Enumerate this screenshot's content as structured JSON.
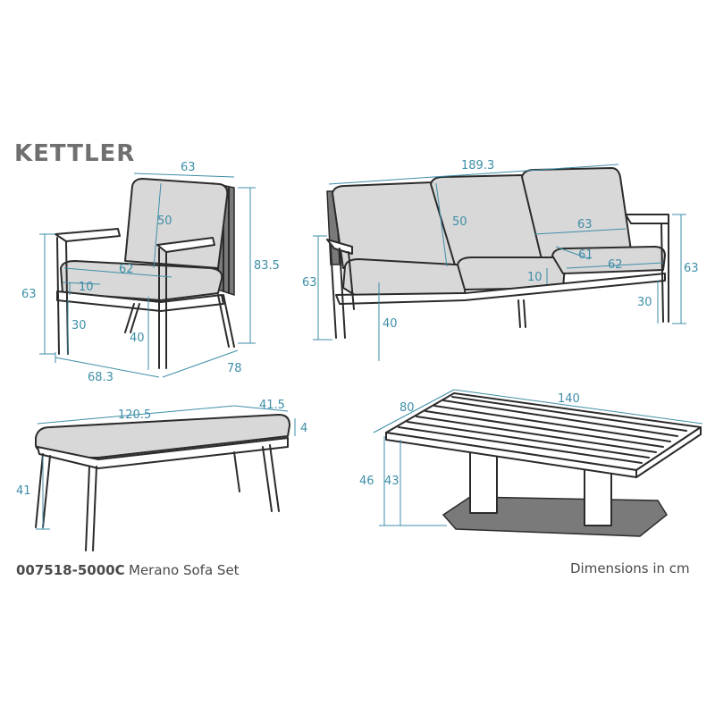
{
  "brand": "KETTLER",
  "footer": {
    "product_code": "007518-5000C",
    "product_name": "Merano Sofa Set",
    "units_note": "Dimensions in cm"
  },
  "armchair": {
    "width": "63",
    "back_height": "50",
    "total_height": "83.5",
    "seat_width": "62",
    "seat_depth_label": "10",
    "arm_height": "63",
    "seat_height": "30",
    "leg_height": "40",
    "length": "68.3",
    "depth": "78"
  },
  "sofa": {
    "width": "189.3",
    "back_height": "50",
    "seat_width_top": "63",
    "inner_61": "61",
    "seat_width": "62",
    "cushion_10": "10",
    "arm_height_left": "63",
    "arm_height_right": "63",
    "seat_height": "40",
    "leg_30": "30"
  },
  "bench": {
    "length": "120.5",
    "depth": "41.5",
    "thickness": "4",
    "height": "41"
  },
  "table": {
    "depth": "80",
    "length": "140",
    "height_total": "46",
    "height_inner": "43"
  }
}
